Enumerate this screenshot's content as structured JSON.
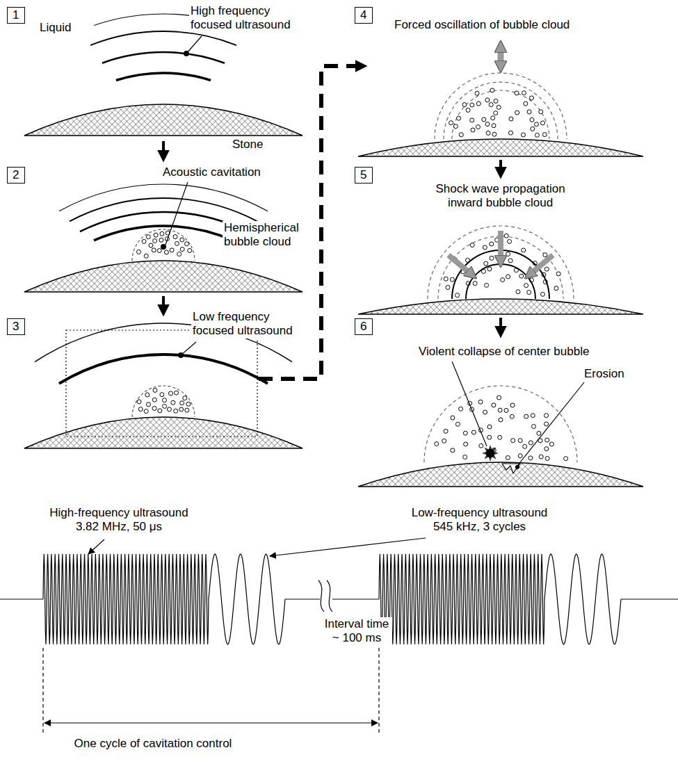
{
  "diagram": {
    "nodes": [
      {
        "text": [
          "1"
        ]
      },
      {
        "text": [
          "2"
        ]
      },
      {
        "text": [
          "3"
        ]
      },
      {
        "text": [
          "4"
        ]
      },
      {
        "text": [
          "5"
        ]
      },
      {
        "text": [
          "6"
        ]
      }
    ],
    "labels": [
      "Liquid",
      "High frequency focused ultrasound",
      "Stone",
      "Acoustic cavitation",
      "Hemispherical bubble cloud",
      "Low frequency focused ultrasound",
      "Forced oscillation of bubble cloud",
      "Shock wave propagation inward bubble cloud",
      "Violent collapse of center bubble",
      "Erosion",
      "High-frequency ultrasound 3.82 MHz, 50 μs",
      "Low-frequency ultrasound 545 kHz, 3 cycles",
      "Interval time ~ 100 ms",
      "One cycle of cavitation control"
    ]
  }
}
